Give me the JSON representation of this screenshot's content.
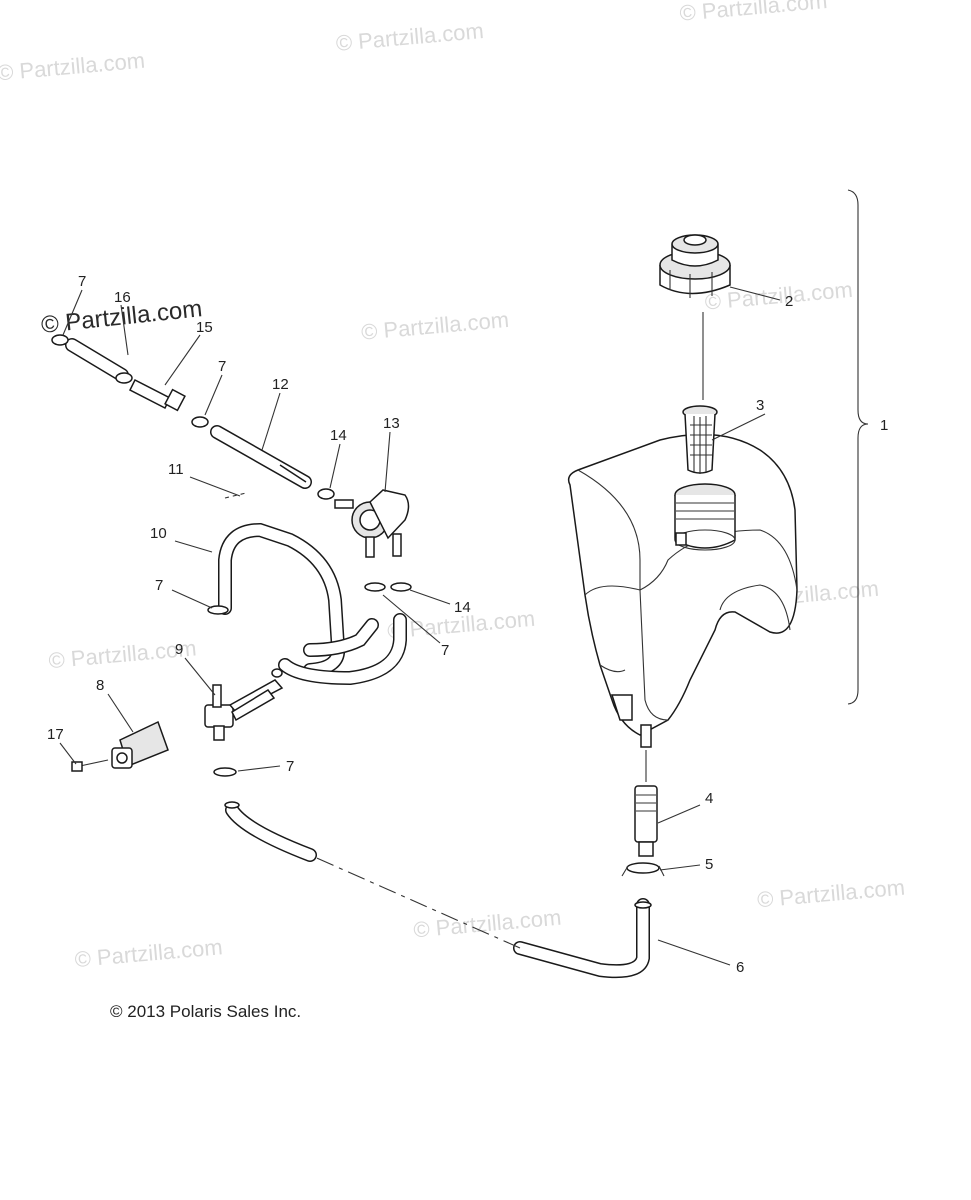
{
  "watermark": "© Partzilla.com",
  "copyright": "© 2013 Polaris Sales Inc.",
  "callouts": {
    "c1": "1",
    "c2": "2",
    "c3": "3",
    "c4": "4",
    "c5": "5",
    "c6": "6",
    "c7a": "7",
    "c7b": "7",
    "c7c": "7",
    "c7d": "7",
    "c7e": "7",
    "c8": "8",
    "c9": "9",
    "c10": "10",
    "c11": "11",
    "c12": "12",
    "c13": "13",
    "c14a": "14",
    "c14b": "14",
    "c15": "15",
    "c16": "16",
    "c17": "17"
  }
}
